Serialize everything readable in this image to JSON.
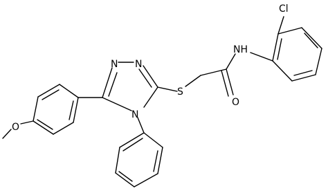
{
  "molecule": {
    "atoms": {
      "cl": "Cl",
      "nh": "NH",
      "o_carbonyl": "O",
      "s": "S",
      "n_ring_top_left": "N",
      "n_ring_top_right": "N",
      "n_ring_bottom": "N",
      "o_methoxy": "O"
    }
  }
}
